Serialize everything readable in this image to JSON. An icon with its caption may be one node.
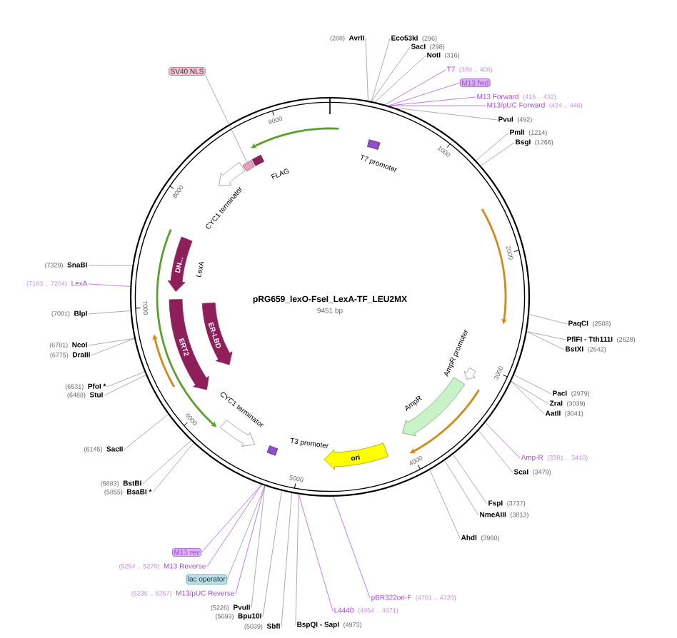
{
  "diagram": {
    "title": "pRG659_lexO-FseI_LexA-TF_LEU2MX",
    "nodes": [
      {
        "text": [
          "SV40 NLS"
        ]
      },
      {
        "text": [
          "(288)",
          "AvrII"
        ]
      },
      {
        "text": [
          "Eco53kI",
          "(296)"
        ]
      },
      {
        "text": [
          "SacI",
          "(298)"
        ]
      },
      {
        "text": [
          "NotI",
          "(316)"
        ]
      },
      {
        "text": [
          "T7",
          "(389 .. 408)"
        ]
      },
      {
        "text": [
          "M13 fwd"
        ]
      },
      {
        "text": [
          "M13 Forward",
          "(415 .. 432)"
        ]
      },
      {
        "text": [
          "M13/pUC Forward",
          "(424 .. 446)"
        ]
      },
      {
        "text": [
          "PvuI",
          "(492)"
        ]
      },
      {
        "text": [
          "PmlI",
          "(1214)"
        ]
      },
      {
        "text": [
          "BsgI",
          "(1266)"
        ]
      },
      {
        "text": [
          "PaqCI",
          "(2508)"
        ]
      },
      {
        "text": [
          "PflFI - Tth111I",
          "(2628)"
        ]
      },
      {
        "text": [
          "BstXI",
          "(2642)"
        ]
      },
      {
        "text": [
          "PacI",
          "(2979)"
        ]
      },
      {
        "text": [
          "ZraI",
          "(3039)"
        ]
      },
      {
        "text": [
          "AatII",
          "(3041)"
        ]
      },
      {
        "text": [
          "Amp-R",
          "(3391 .. 3410)"
        ]
      },
      {
        "text": [
          "ScaI",
          "(3479)"
        ]
      },
      {
        "text": [
          "FspI",
          "(3737)"
        ]
      },
      {
        "text": [
          "NmeAIII",
          "(3813)"
        ]
      },
      {
        "text": [
          "AhdI",
          "(3960)"
        ]
      },
      {
        "text": [
          "pBR322ori-F",
          "(4701 .. 4720)"
        ]
      },
      {
        "text": [
          "L4440",
          "(4954 .. 4971)"
        ]
      },
      {
        "text": [
          "BspQI - SapI",
          "(4973)"
        ]
      },
      {
        "text": [
          "(5039)",
          "SbfI"
        ]
      },
      {
        "text": [
          "(5093)",
          "Bpu10I"
        ]
      },
      {
        "text": [
          "(5226)",
          "PvuII"
        ]
      },
      {
        "text": [
          "(5235 .. 5257)",
          "M13/pUC Reverse"
        ]
      },
      {
        "text": [
          "lac operator"
        ]
      },
      {
        "text": [
          "(5254 .. 5270)",
          "M13 Reverse"
        ]
      },
      {
        "text": [
          "M13 rev"
        ]
      },
      {
        "text": [
          "(5855)",
          "BsaBI *"
        ]
      },
      {
        "text": [
          "(5883)",
          "BstBI"
        ]
      },
      {
        "text": [
          "(6145)",
          "SacII"
        ]
      },
      {
        "text": [
          "(6488)",
          "StuI"
        ]
      },
      {
        "text": [
          "(6531)",
          "PfoI *"
        ]
      },
      {
        "text": [
          "(6775)",
          "DraIII"
        ]
      },
      {
        "text": [
          "(6781)",
          "NcoI"
        ]
      },
      {
        "text": [
          "(7001)",
          "BlpI"
        ]
      },
      {
        "text": [
          "(7183 .. 7204)",
          "LexA"
        ]
      },
      {
        "text": [
          "(7329)",
          "SnaBI"
        ]
      },
      {
        "text": [
          "T7 promoter"
        ],
        "in": 55
      },
      {
        "text": [
          "FLAG"
        ],
        "in": 55
      },
      {
        "text": [],
        "shape": "box",
        "in": 55
      },
      {
        "text": [
          "CYC1 terminator"
        ],
        "in": 55
      },
      {
        "text": [
          "DN..."
        ],
        "beside": [
          "LexA"
        ],
        "in": 55
      },
      {
        "text": [
          "ERT2"
        ],
        "in": 55
      },
      {
        "text": [
          "ER-LBD"
        ],
        "in": 55
      },
      {
        "text": [
          "CYC1 terminator"
        ],
        "in": 55
      },
      {
        "text": [
          "T3 promoter"
        ],
        "in": 55
      },
      {
        "text": [
          "ori"
        ],
        "in": 55
      },
      {
        "text": [
          "AmpR"
        ],
        "in": 55
      },
      {
        "text": [
          "AmpR promoter"
        ],
        "in": 55
      },
      {
        "text": [],
        "shape": "circle"
      }
    ],
    "edges": [
      {
        "from": 0,
        "to": 45,
        "arrow": "none"
      },
      {
        "from": 1,
        "to": 55,
        "arrow": "none"
      },
      {
        "from": 2,
        "to": 55,
        "arrow": "none"
      },
      {
        "from": 3,
        "to": 55,
        "arrow": "none"
      },
      {
        "from": 4,
        "to": 55,
        "arrow": "none"
      },
      {
        "from": 5,
        "to": 55,
        "arrow": "none",
        "color": "#a349d6"
      },
      {
        "from": 6,
        "to": 55,
        "arrow": "none",
        "color": "#a349d6"
      },
      {
        "from": 7,
        "to": 55,
        "arrow": "none",
        "color": "#a349d6"
      },
      {
        "from": 8,
        "to": 55,
        "arrow": "none",
        "color": "#a349d6"
      },
      {
        "from": 9,
        "to": 55,
        "arrow": "none"
      },
      {
        "from": 10,
        "to": 55,
        "arrow": "none"
      },
      {
        "from": 11,
        "to": 55,
        "arrow": "none"
      },
      {
        "from": 12,
        "to": 55,
        "arrow": "none"
      },
      {
        "from": 13,
        "to": 55,
        "arrow": "none"
      },
      {
        "from": 14,
        "to": 55,
        "arrow": "none"
      },
      {
        "from": 15,
        "to": 55,
        "arrow": "none"
      },
      {
        "from": 16,
        "to": 55,
        "arrow": "none"
      },
      {
        "from": 17,
        "to": 55,
        "arrow": "none"
      },
      {
        "from": 18,
        "to": 55,
        "arrow": "none",
        "color": "#a349d6"
      },
      {
        "from": 19,
        "to": 55,
        "arrow": "none"
      },
      {
        "from": 20,
        "to": 55,
        "arrow": "none"
      },
      {
        "from": 21,
        "to": 55,
        "arrow": "none"
      },
      {
        "from": 22,
        "to": 55,
        "arrow": "none"
      },
      {
        "from": 23,
        "to": 55,
        "arrow": "none",
        "color": "#a349d6"
      },
      {
        "from": 24,
        "to": 55,
        "arrow": "none",
        "color": "#a349d6"
      },
      {
        "from": 25,
        "to": 55,
        "arrow": "none"
      },
      {
        "from": 26,
        "to": 55,
        "arrow": "none"
      },
      {
        "from": 27,
        "to": 55,
        "arrow": "none"
      },
      {
        "from": 28,
        "to": 55,
        "arrow": "none"
      },
      {
        "from": 29,
        "to": 55,
        "arrow": "none",
        "color": "#a349d6"
      },
      {
        "from": 30,
        "to": 55,
        "arrow": "none"
      },
      {
        "from": 31,
        "to": 55,
        "arrow": "none",
        "color": "#a349d6"
      },
      {
        "from": 32,
        "to": 55,
        "arrow": "none",
        "color": "#a349d6"
      },
      {
        "from": 33,
        "to": 55,
        "arrow": "none"
      },
      {
        "from": 34,
        "to": 55,
        "arrow": "none"
      },
      {
        "from": 35,
        "to": 55,
        "arrow": "none"
      },
      {
        "from": 36,
        "to": 55,
        "arrow": "none"
      },
      {
        "from": 37,
        "to": 55,
        "arrow": "none"
      },
      {
        "from": 38,
        "to": 55,
        "arrow": "none"
      },
      {
        "from": 39,
        "to": 55,
        "arrow": "none"
      },
      {
        "from": 40,
        "to": 55,
        "arrow": "none"
      },
      {
        "from": 41,
        "to": 55,
        "arrow": "none",
        "color": "#a349d6"
      },
      {
        "from": 42,
        "to": 55,
        "arrow": "none"
      }
    ],
    "labels": [
      "9451 bp",
      "1000",
      "2000",
      "3000",
      "4000",
      "5000",
      "6000",
      "7000",
      "8000",
      "9000"
    ]
  }
}
